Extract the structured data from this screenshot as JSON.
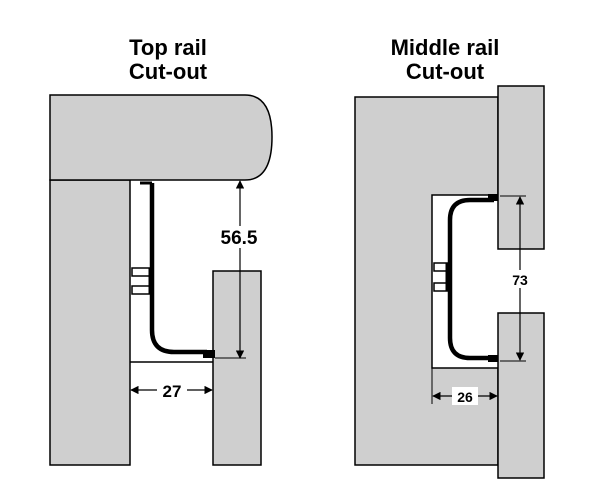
{
  "top_rail": {
    "title_line1": "Top rail",
    "title_line2": "Cut-out",
    "dim_height": "56.5",
    "dim_width": "27"
  },
  "middle_rail": {
    "title_line1": "Middle rail",
    "title_line2": "Cut-out",
    "dim_height": "73",
    "dim_width": "26"
  },
  "colors": {
    "panel_fill": "#cfcfcf",
    "outline": "#000000",
    "background": "#ffffff"
  }
}
